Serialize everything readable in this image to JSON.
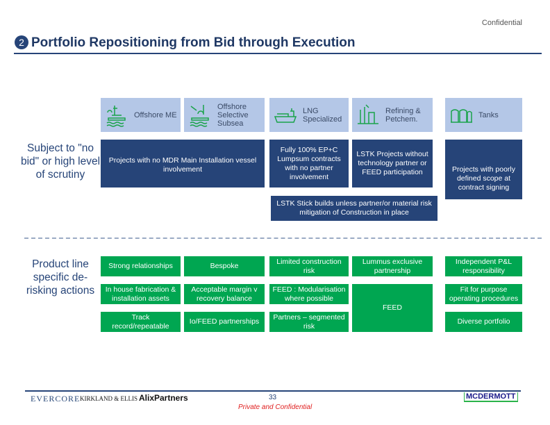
{
  "header": {
    "confidential": "Confidential",
    "section_number": "2",
    "title": "Portfolio Repositioning from Bid through Execution"
  },
  "categories": [
    {
      "label": "Offshore ME",
      "icon": "offshore-platform-icon"
    },
    {
      "label": "Offshore Selective Subsea",
      "icon": "subsea-crane-icon"
    },
    {
      "label": "LNG Specialized",
      "icon": "lng-ship-icon"
    },
    {
      "label": "Refining & Petchem.",
      "icon": "refinery-icon"
    },
    {
      "label": "Tanks",
      "icon": "tanks-icon"
    }
  ],
  "scrutiny": {
    "label": "Subject to \"no bid\" or high level of scrutiny",
    "items": [
      "Projects with no MDR Main Installation vessel involvement",
      "Fully 100% EP+C Lumpsum contracts with no partner involvement",
      "LSTK Projects without technology partner or FEED participation",
      "Projects with poorly defined scope at contract signing",
      "LSTK Stick builds unless partner/or material risk mitigation of Construction in place"
    ]
  },
  "actions": {
    "label": "Product line specific de-risking actions",
    "items": [
      "Strong relationships",
      "Bespoke",
      "Limited construction risk",
      "Lummus exclusive partnership",
      "Independent P&L responsibility",
      "In house fabrication & installation assets",
      "Acceptable margin v recovery balance",
      "FEED : Modularisation where possible",
      "FEED",
      "Fit for purpose operating procedures",
      "Track record/repeatable",
      "Io/FEED partnerships",
      "Partners – segmented risk",
      "Diverse portfolio"
    ]
  },
  "footer": {
    "logos": [
      "EVERCORE",
      "KIRKLAND & ELLIS",
      "AlixPartners",
      "MCDERMOTT"
    ],
    "page": "33",
    "note": "Private and Confidential"
  }
}
